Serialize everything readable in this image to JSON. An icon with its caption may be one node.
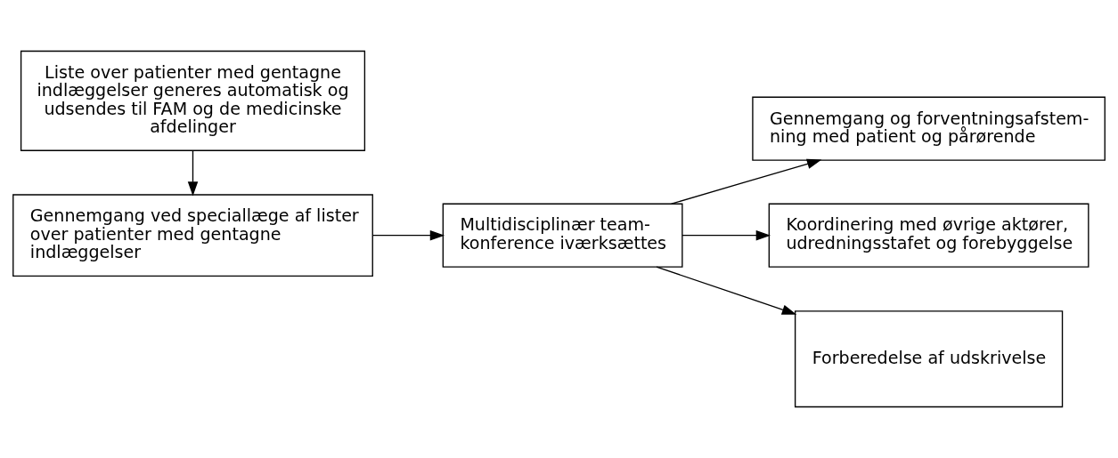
{
  "diagram": {
    "nodes": [
      {
        "text": [
          "Liste over patienter med gentagne indlæggelser generes automatisk og udsendes til FAM og de medicinske afdelinger"
        ]
      },
      {
        "text": [
          "Gennemgang ved speciallæge af lister over patienter med gentagne indlæggelser"
        ]
      },
      {
        "text": [
          "Multidisciplinær team- konference iværksættes"
        ]
      },
      {
        "text": [
          "Gennemgang og forventningsafstem- ning med patient og pårørende"
        ]
      },
      {
        "text": [
          "Koordinering med øvrige aktører, udredningsstafet og forebyggelse"
        ]
      },
      {
        "text": [
          "Forberedelse af udskrivelse"
        ]
      }
    ],
    "edges": [
      {
        "from": 0,
        "to": 1,
        "arrow": "to"
      },
      {
        "from": 1,
        "to": 2,
        "arrow": "to"
      },
      {
        "from": 2,
        "to": 3,
        "arrow": "to"
      },
      {
        "from": 2,
        "to": 4,
        "arrow": "to"
      },
      {
        "from": 2,
        "to": 5,
        "arrow": "to"
      }
    ]
  }
}
